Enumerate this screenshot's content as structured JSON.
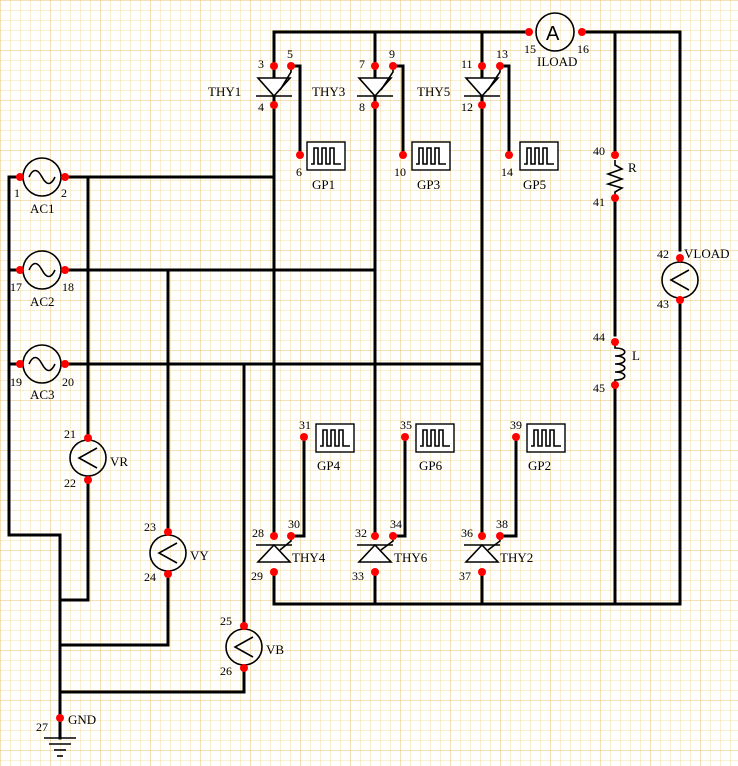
{
  "components": {
    "AC1": "AC1",
    "AC2": "AC2",
    "AC3": "AC3",
    "VR": "VR",
    "VY": "VY",
    "VB": "VB",
    "GND": "GND",
    "THY1": "THY1",
    "THY2": "THY2",
    "THY3": "THY3",
    "THY4": "THY4",
    "THY5": "THY5",
    "THY6": "THY6",
    "GP1": "GP1",
    "GP2": "GP2",
    "GP3": "GP3",
    "GP4": "GP4",
    "GP5": "GP5",
    "GP6": "GP6",
    "ILOAD": "ILOAD",
    "VLOAD": "VLOAD",
    "R": "R",
    "L": "L"
  },
  "nodes": {
    "n1": "1",
    "n2": "2",
    "n3": "3",
    "n4": "4",
    "n5": "5",
    "n6": "6",
    "n7": "7",
    "n8": "8",
    "n9": "9",
    "n10": "10",
    "n11": "11",
    "n12": "12",
    "n13": "13",
    "n14": "14",
    "n15": "15",
    "n16": "16",
    "n17": "17",
    "n18": "18",
    "n19": "19",
    "n20": "20",
    "n21": "21",
    "n22": "22",
    "n23": "23",
    "n24": "24",
    "n25": "25",
    "n26": "26",
    "n27": "27",
    "n28": "28",
    "n29": "29",
    "n30": "30",
    "n31": "31",
    "n32": "32",
    "n33": "33",
    "n34": "34",
    "n35": "35",
    "n36": "36",
    "n37": "37",
    "n38": "38",
    "n39": "39",
    "n40": "40",
    "n41": "41",
    "n42": "42",
    "n43": "43",
    "n44": "44",
    "n45": "45"
  },
  "colors": {
    "grid_minor": "#f3dca0",
    "grid_major": "#e8c070",
    "wire": "#000000",
    "node": "#ff0000"
  }
}
